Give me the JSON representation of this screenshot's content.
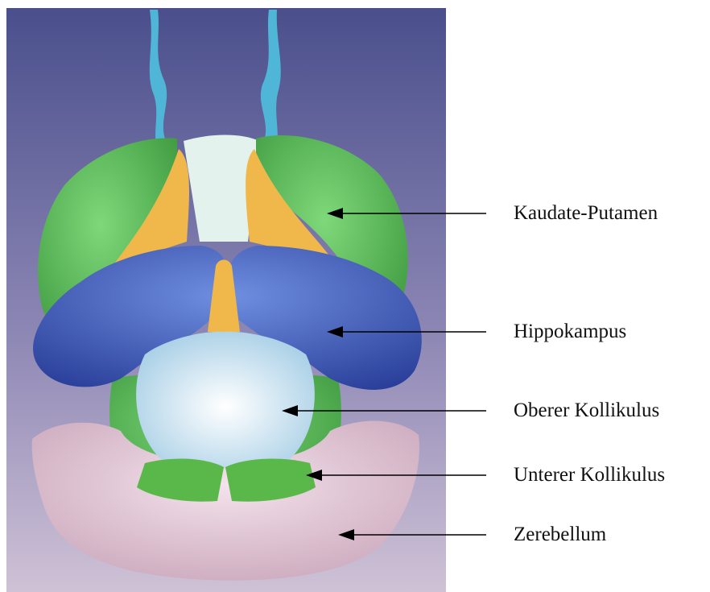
{
  "labels": [
    {
      "id": "caudate-putamen",
      "text": "Kaudate-Putamen"
    },
    {
      "id": "hippocampus",
      "text": "Hippokampus"
    },
    {
      "id": "superior-colliculus",
      "text": "Oberer Kollikulus"
    },
    {
      "id": "inferior-colliculus",
      "text": "Unterer Kollikulus"
    },
    {
      "id": "cerebellum",
      "text": "Zerebellum"
    }
  ],
  "colors": {
    "background_top": "#4a4f8c",
    "background_bottom": "#cfc2d6",
    "olfactory": "#4fb6d8",
    "caudate_putamen": "#5ac05a",
    "interstitial": "#f0b84a",
    "midline": "#e4f2ee",
    "hippocampus": "#3b5fc0",
    "superior_colliculus": "#cfe6f4",
    "inferior_colliculus": "#5ab84a",
    "cerebellum": "#e4c8d8"
  }
}
